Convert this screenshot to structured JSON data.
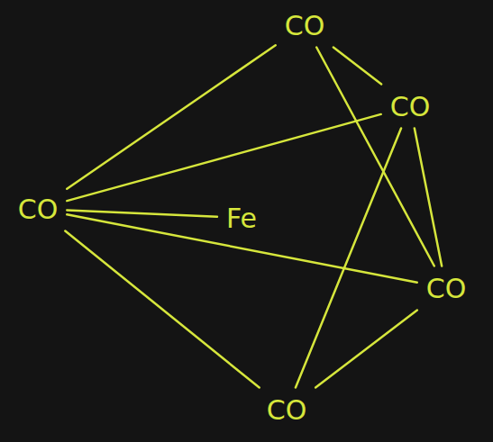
{
  "diagram": {
    "nodes": [
      {
        "text": [
          "CO"
        ]
      },
      {
        "text": [
          "CO"
        ]
      },
      {
        "text": [
          "CO"
        ]
      },
      {
        "text": [
          "Fe"
        ]
      },
      {
        "text": [
          "CO"
        ]
      },
      {
        "text": [
          "CO"
        ]
      }
    ],
    "edges": [
      {
        "from": 2,
        "to": 3,
        "arrow": "none"
      },
      {
        "from": 0,
        "to": 2,
        "arrow": "none"
      },
      {
        "from": 0,
        "to": 1,
        "arrow": "none"
      },
      {
        "from": 0,
        "to": 4,
        "arrow": "none"
      },
      {
        "from": 5,
        "to": 2,
        "arrow": "none"
      },
      {
        "from": 5,
        "to": 1,
        "arrow": "none"
      },
      {
        "from": 5,
        "to": 4,
        "arrow": "none"
      },
      {
        "from": 2,
        "to": 1,
        "arrow": "none"
      },
      {
        "from": 2,
        "to": 4,
        "arrow": "none"
      },
      {
        "from": 1,
        "to": 4,
        "arrow": "none"
      }
    ]
  }
}
